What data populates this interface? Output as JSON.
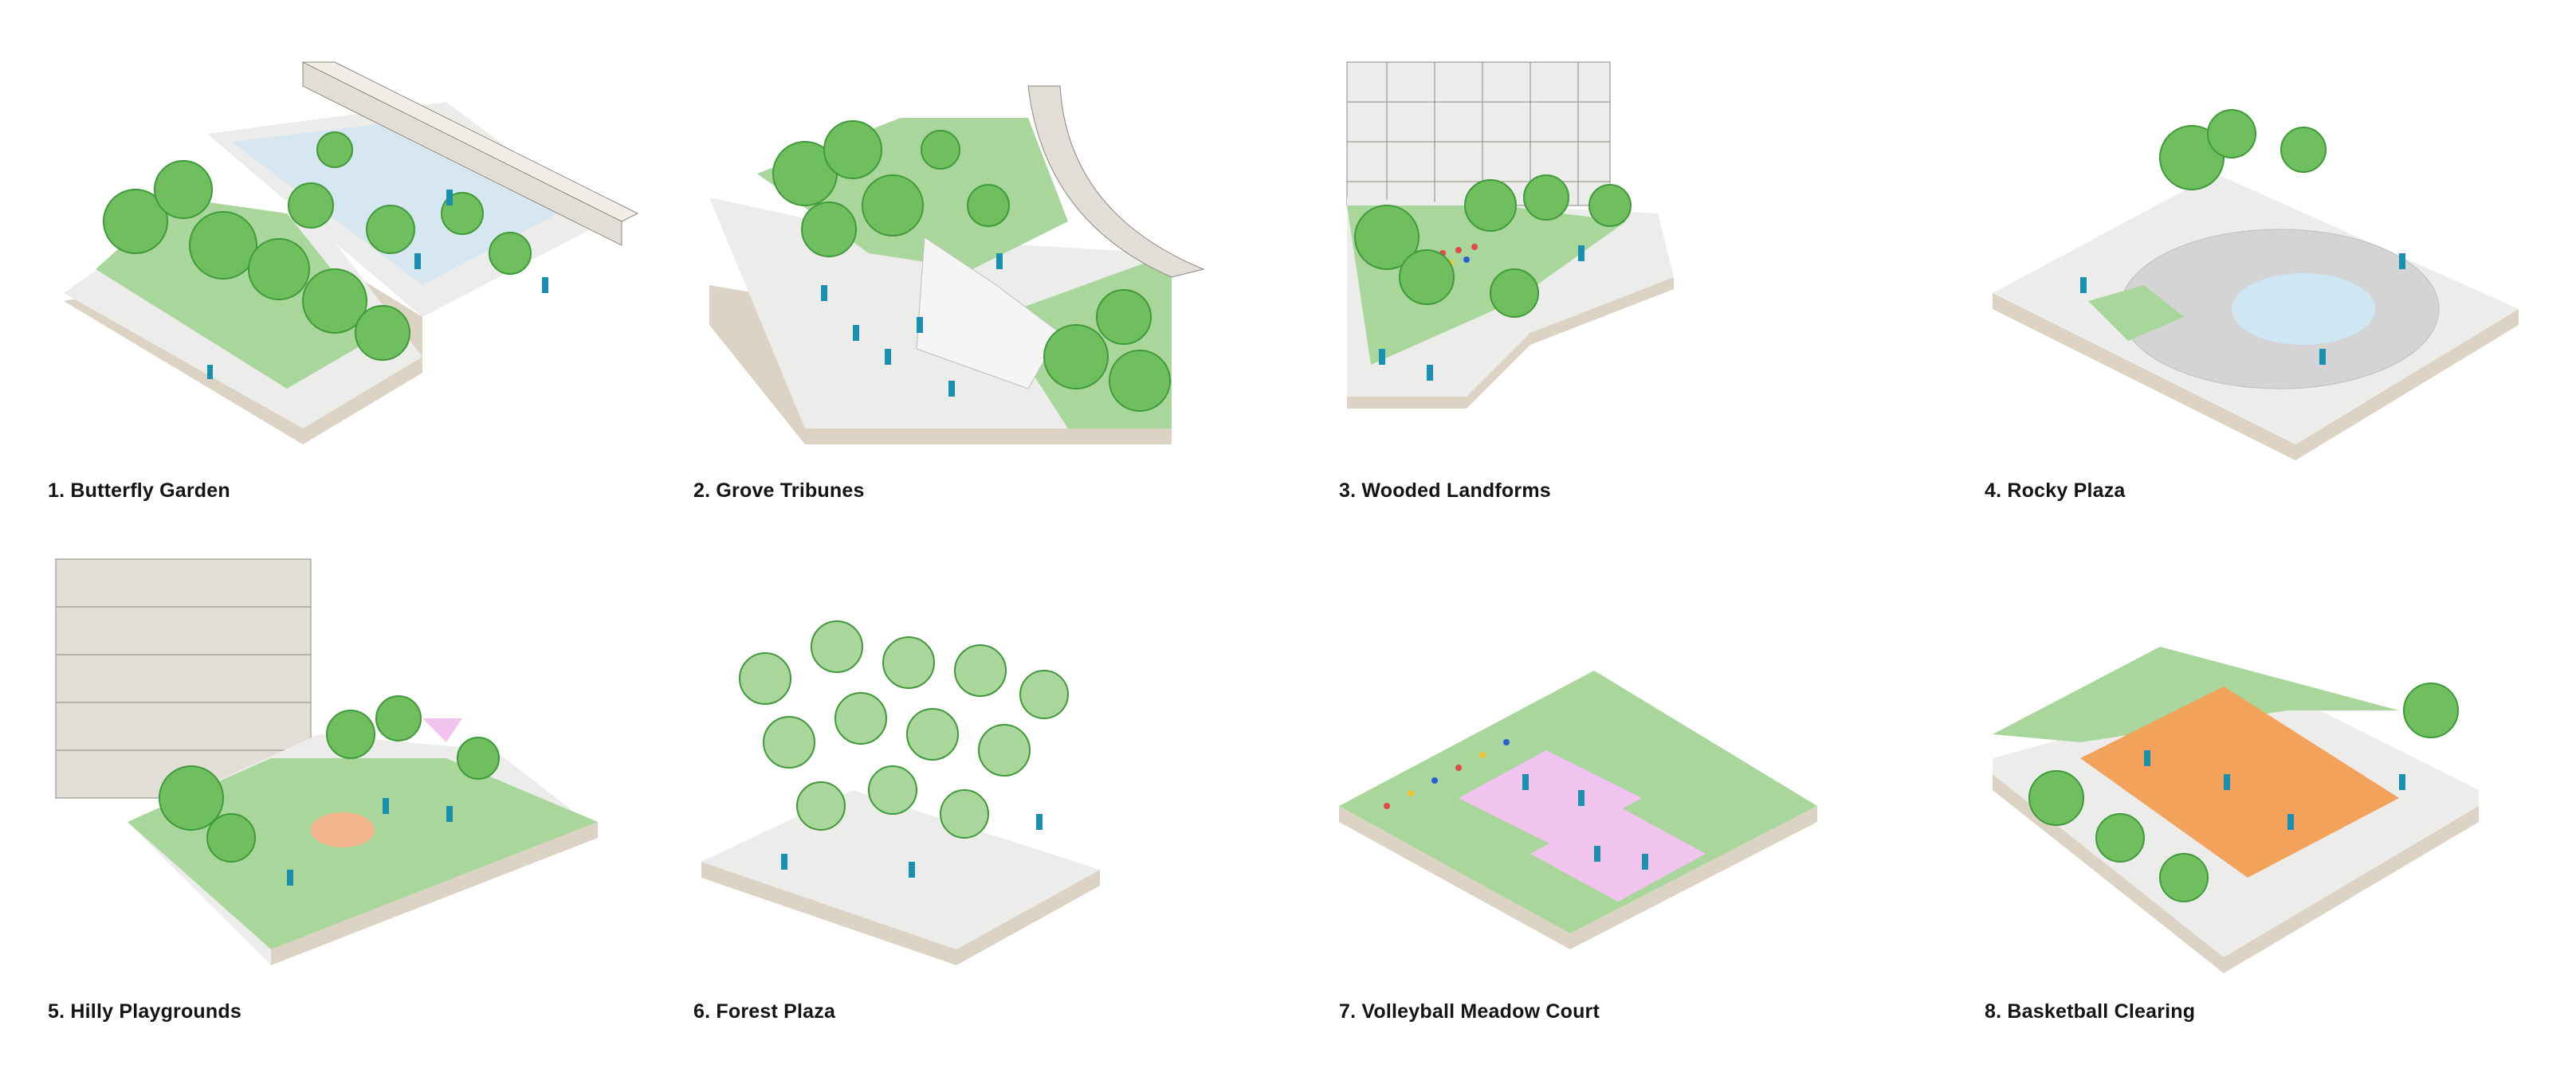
{
  "panels": [
    {
      "id": "butterfly-garden",
      "caption": "1. Butterfly Garden",
      "accent": "#cfe6f3"
    },
    {
      "id": "grove-tribunes",
      "caption": "2. Grove Tribunes",
      "accent": "#e6e6e6"
    },
    {
      "id": "wooded-landforms",
      "caption": "3. Wooded Landforms",
      "accent": "#a6d39a"
    },
    {
      "id": "rocky-plaza",
      "caption": "4. Rocky Plaza",
      "accent": "#d4d4d4"
    },
    {
      "id": "hilly-playgrounds",
      "caption": "5. Hilly Playgrounds",
      "accent": "#f2b48a"
    },
    {
      "id": "forest-plaza",
      "caption": "6. Forest Plaza",
      "accent": "#ececec"
    },
    {
      "id": "volleyball-meadow-court",
      "caption": "7. Volleyball Meadow Court",
      "accent": "#f1c4f0"
    },
    {
      "id": "basketball-clearing",
      "caption": "8. Basketball Clearing",
      "accent": "#f3a25c"
    }
  ],
  "colors": {
    "ground": "#ececea",
    "slab_edge": "#dcd3c4",
    "grass": "#a9d69b",
    "grass_light": "#c9e6bd",
    "tree": "#6fbf5e",
    "tree_dark": "#3f9a3a",
    "trunk": "#8a8a8a",
    "people": "#1a8fb0",
    "building": "#e2ddd6",
    "building_line": "#8c8780",
    "water": "#cfe6f3"
  }
}
